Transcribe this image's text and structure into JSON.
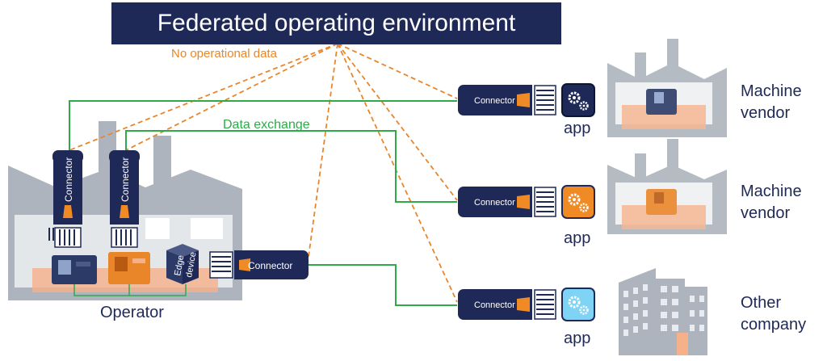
{
  "title": "Federated operating environment",
  "labels": {
    "no_operational_data": "No operational data",
    "data_exchange": "Data exchange",
    "operator": "Operator",
    "connector": "Connector",
    "edge_device_line1": "Edge",
    "edge_device_line2": "device",
    "app": "app"
  },
  "parties": [
    {
      "line1": "Machine",
      "line2": "vendor",
      "app_color": "#1f2957"
    },
    {
      "line1": "Machine",
      "line2": "vendor",
      "app_color": "#f08a24"
    },
    {
      "line1": "Other",
      "line2": "company",
      "app_color": "#7fd3f5"
    }
  ],
  "colors": {
    "navy": "#1f2957",
    "orange": "#e9862a",
    "green": "#2eaa4b",
    "building": "#aeb4bd"
  },
  "icons": [
    "gear-icon",
    "factory-icon",
    "office-building-icon",
    "machine-icon"
  ]
}
